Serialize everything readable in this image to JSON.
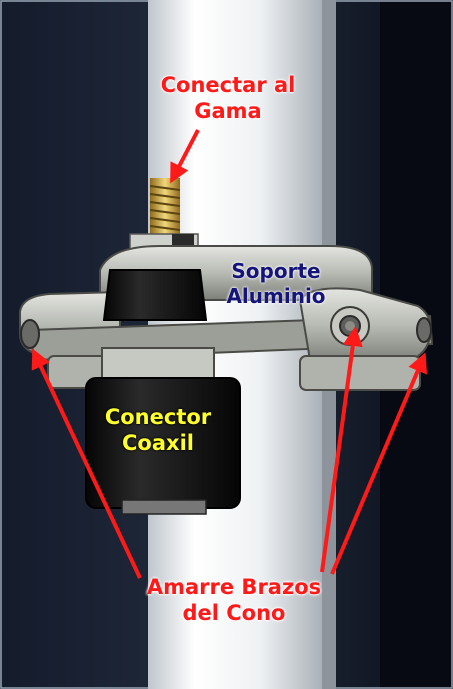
{
  "image": {
    "description_kind": "photo",
    "colors": {
      "background_dark": "#0c1220",
      "pole": "#e8ecef",
      "metal_bracket": "#b9bbb5",
      "connector_black": "#111111",
      "brass": "#d6b04c",
      "arrow_red": "#ff1a1a",
      "label_red": "#ff1a1a",
      "label_navy": "#14147a",
      "label_yellow": "#ffff2a"
    }
  },
  "labels": {
    "gama": {
      "line1": "Conectar al",
      "line2": "Gama"
    },
    "soporte": {
      "line1": "Soporte",
      "line2": "Aluminio"
    },
    "coaxil": {
      "line1": "Conector",
      "line2": "Coaxil"
    },
    "amarre": {
      "line1": "Amarre Brazos",
      "line2": "del Cono"
    }
  }
}
